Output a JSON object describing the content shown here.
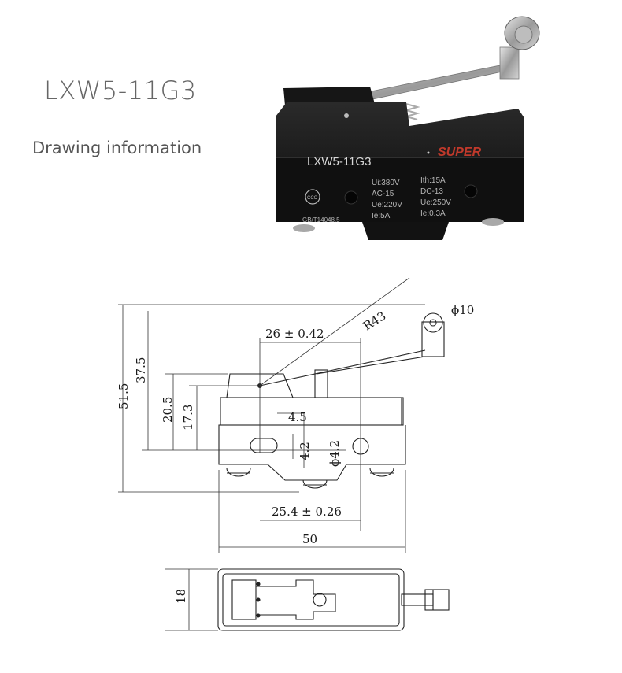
{
  "header": {
    "model": "LXW5-11G3",
    "subtitle": "Drawing information"
  },
  "photo": {
    "model_label": "LXW5-11G3",
    "brand": "SUPER",
    "rating_left": [
      "Ui:380V",
      "AC-15",
      "Ue:220V",
      "Ie:5A"
    ],
    "rating_right": [
      "Ith:15A",
      "DC-13",
      "Ue:250V",
      "Ie:0.3A"
    ],
    "standard": "GB/T14048.5",
    "cert_mark": "CCC"
  },
  "drawing": {
    "dims": {
      "roller_dia": "ϕ10",
      "lever_radius": "R43",
      "pivot_distance": "26 ± 0.42",
      "height_overall": "51.5",
      "height_lever": "37.5",
      "height_body": "20.5",
      "height_button": "17.3",
      "slot_width": "4.5",
      "slot_height": "4.2",
      "hole_dia": "ϕ4.2",
      "hole_spacing": "25.4 ± 0.26",
      "length": "50",
      "width": "18"
    }
  }
}
